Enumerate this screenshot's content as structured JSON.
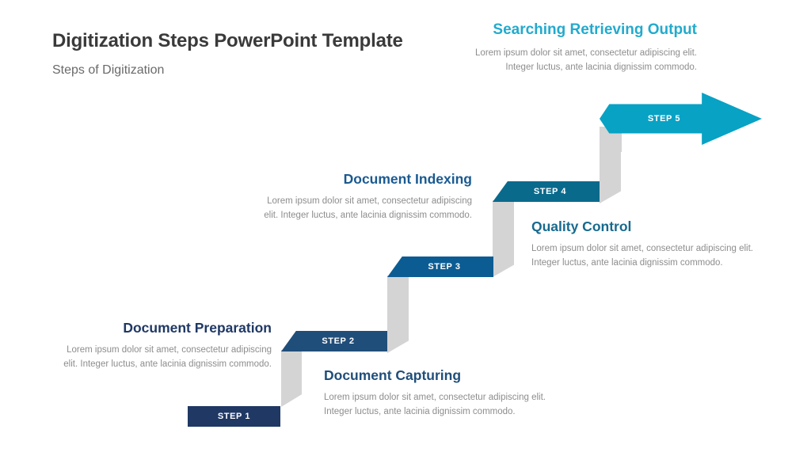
{
  "header": {
    "title": "Digitization Steps PowerPoint Template",
    "subtitle": "Steps of Digitization"
  },
  "colors": {
    "step1": "#1f3864",
    "step2": "#204e7a",
    "step3": "#0c5c94",
    "step4": "#0a6a8c",
    "step5": "#08a2c4",
    "riser": "#d4d4d4",
    "body_text": "#8d8d8d",
    "title_text": "#3a3a3a",
    "subtitle_text": "#6a6a6a"
  },
  "body_text": "Lorem ipsum dolor sit amet, consectetur adipiscing elit. Integer luctus, ante lacinia dignissim commodo.",
  "steps": [
    {
      "label": "STEP 1",
      "heading": "Document Preparation",
      "heading_color": "#1f3864",
      "block_color": "#1f3864",
      "body": "Lorem ipsum dolor sit amet, consectetur adipiscing elit. Integer luctus, ante lacinia dignissim commodo."
    },
    {
      "label": "STEP 2",
      "heading": "Document Capturing",
      "heading_color": "#204e7a",
      "block_color": "#204e7a",
      "body": "Lorem ipsum dolor sit amet, consectetur adipiscing elit. Integer luctus, ante lacinia dignissim commodo."
    },
    {
      "label": "STEP 3",
      "heading": "Document Indexing",
      "heading_color": "#1a5a91",
      "block_color": "#0c5c94",
      "body": "Lorem ipsum dolor sit amet, consectetur adipiscing elit. Integer luctus, ante lacinia dignissim commodo."
    },
    {
      "label": "STEP 4",
      "heading": "Quality Control",
      "heading_color": "#176a8e",
      "block_color": "#0a6a8c",
      "body": "Lorem ipsum dolor sit amet, consectetur adipiscing elit. Integer luctus, ante lacinia dignissim commodo."
    },
    {
      "label": "STEP 5",
      "heading": "Searching Retrieving Output",
      "heading_color": "#23aacd",
      "block_color": "#08a2c4",
      "body": "Lorem ipsum dolor sit amet, consectetur adipiscing elit. Integer luctus, ante lacinia dignissim commodo."
    }
  ]
}
